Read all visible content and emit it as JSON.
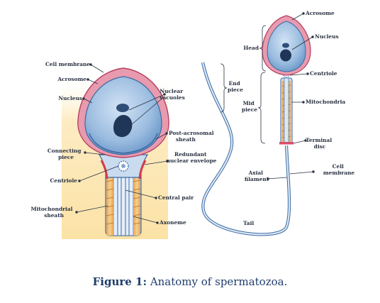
{
  "labels": {
    "cell_membrane_left": "Cell membrane",
    "acrosome_left": "Acrosome",
    "nucleus_left": "Nucleus",
    "nuclear_vacuoles": [
      "Nuclear",
      "vacuoles"
    ],
    "post_acrosomal_sheath": [
      "Post-acrosomal",
      "sheath"
    ],
    "connecting_piece": [
      "Connecting",
      "piece"
    ],
    "redundant_nuclear_envelope": [
      "Redundant",
      "nuclear envelope"
    ],
    "centriole_left": "Centriole",
    "central_pair": "Central pair",
    "mitochondrial_sheath": [
      "Mitochondrial",
      "sheath"
    ],
    "axoneme": "Axoneme",
    "acrosome_right": "Acrosome",
    "nucleus_right": "Nucleus",
    "head": "Head",
    "end_piece": [
      "End",
      "piece"
    ],
    "centriole_right": "Centriole",
    "mid_piece": [
      "Mid",
      "piece"
    ],
    "mitochondria": "Mitochondria",
    "terminal_disc": [
      "Terminal",
      "disc"
    ],
    "cell_membrane_right": [
      "Cell",
      "membrane"
    ],
    "axial_filament": [
      "Axial",
      "filament"
    ],
    "tail": "Tail"
  },
  "caption": {
    "number": "Figure 1:",
    "text": "Anatomy of spermatozoa."
  },
  "colors": {
    "head_blue": "#8fb3d9",
    "acrosome_pink": "#e89aae",
    "membrane_red": "#d94d6a",
    "mitochondria_orange": "#e3a24f",
    "background_glow": "#fbe6b4",
    "caption_blue": "#1f3d6b"
  }
}
